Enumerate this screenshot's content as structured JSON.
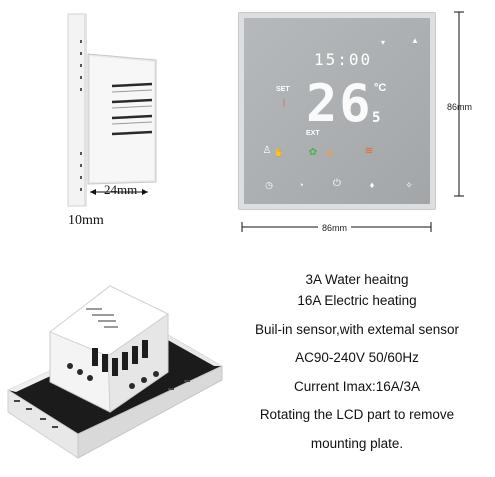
{
  "side_view": {
    "depth_label": "24mm",
    "thickness_label": "10mm"
  },
  "front_view": {
    "height_label": "86mm",
    "width_label": "86mm",
    "display": {
      "clock": "15:00",
      "set_label": "SET",
      "temperature": "26",
      "decimal": "5",
      "unit": "°C",
      "ext_label": "EXT"
    }
  },
  "specs": {
    "line1": "3A  Water heaitng",
    "line2": "16A Electric heating",
    "line3": "Buil-in sensor,with extemal sensor",
    "line4": "AC90-240V 50/60Hz",
    "line5": "Current Imax:16A/3A",
    "line6": "Rotating the LCD part to remove",
    "line7": "mounting plate."
  },
  "colors": {
    "panel": "#a9acae",
    "accent_green": "#4caf50",
    "accent_orange": "#e8692a",
    "base_black": "#1b1b1b"
  }
}
